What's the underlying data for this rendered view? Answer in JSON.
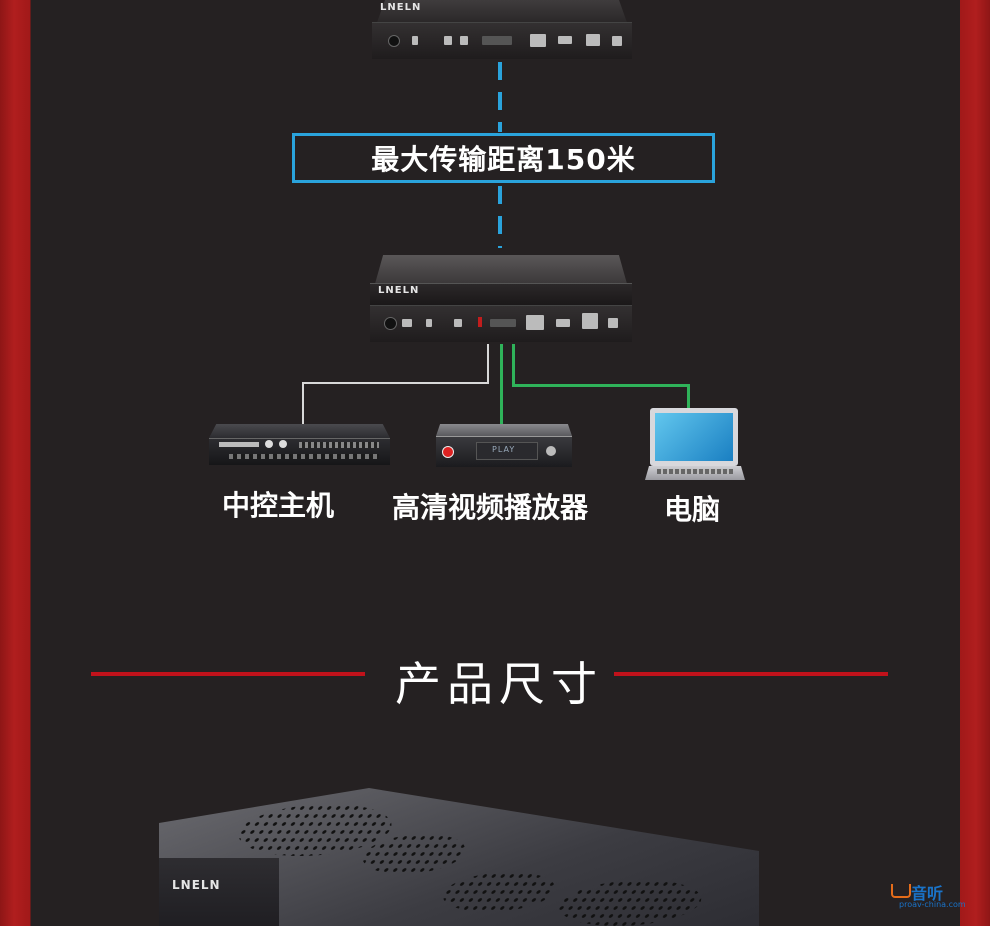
{
  "distance_label": "最大传输距离150米",
  "devices": {
    "control_host": "中控主机",
    "hd_player": "高清视频播放器",
    "computer": "电脑"
  },
  "section_heading": "产品尺寸",
  "brand_text": "LNELN",
  "player_display": "PLAY",
  "watermark": {
    "main": "音听",
    "sub": "proav-china.com"
  },
  "colors": {
    "frame_red": "#a11919",
    "background": "#252122",
    "accent_blue": "#2aa3dc",
    "line_green": "#2fb35a",
    "rule_red": "#c1121b"
  }
}
